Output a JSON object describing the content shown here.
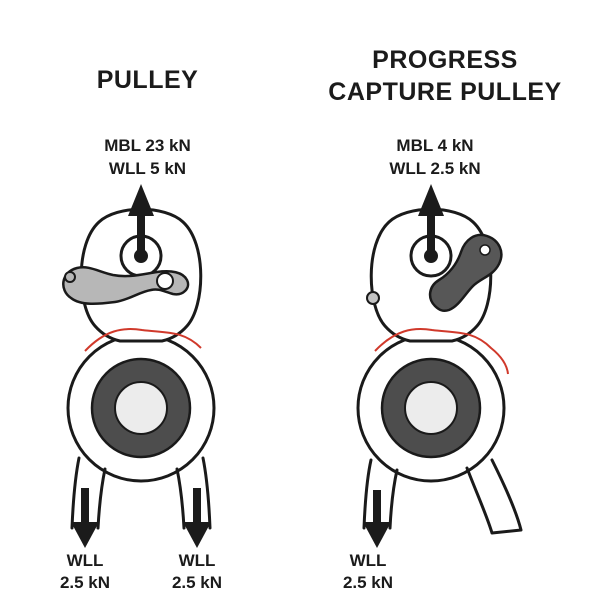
{
  "colors": {
    "ink": "#1b1b1b",
    "outline": "#1a1a1a",
    "rope_red": "#d0392b",
    "sheave_gray": "#4d4d4d",
    "sheave_hole": "#ececec",
    "gate_gray_light": "#b7b7b7",
    "cam_gray_dark": "#575757",
    "pin_gray": "#c4c4c4"
  },
  "icons": {
    "up_arrow": "arrow-up",
    "down_arrow": "arrow-down"
  },
  "left_panel": {
    "title_lines": [
      "PULLEY"
    ],
    "rating_lines": [
      "MBL 23 kN",
      "WLL 5 kN"
    ],
    "bottom_labels": [
      {
        "line1": "WLL",
        "line2": "2.5 kN"
      },
      {
        "line1": "WLL",
        "line2": "2.5 kN"
      }
    ]
  },
  "right_panel": {
    "title_lines": [
      "PROGRESS",
      "CAPTURE PULLEY"
    ],
    "rating_lines": [
      "MBL 4 kN",
      "WLL 2.5 kN"
    ],
    "bottom_labels": [
      {
        "line1": "WLL",
        "line2": "2.5 kN"
      }
    ]
  }
}
